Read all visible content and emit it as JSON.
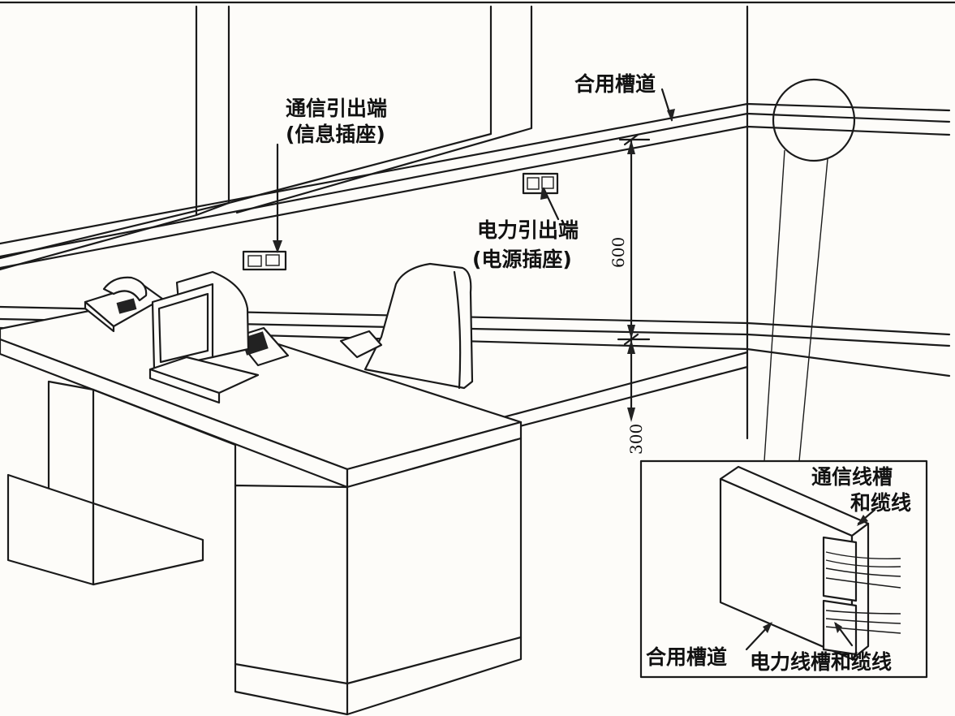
{
  "labels": {
    "shared_trunking_top": "合用槽道",
    "comm_outlet_line1": "通信引出端",
    "comm_outlet_line2": "(信息插座)",
    "power_outlet_line1": "电力引出端",
    "power_outlet_line2": "(电源插座)",
    "dim_upper": "600",
    "dim_lower": "300",
    "inset_comm_line1": "通信线槽",
    "inset_comm_line2": "和缆线",
    "inset_shared_trunking": "合用槽道",
    "inset_power": "电力线槽和缆线"
  },
  "colors": {
    "ink": "#1a1a1a",
    "paper": "#fdfcf9"
  }
}
